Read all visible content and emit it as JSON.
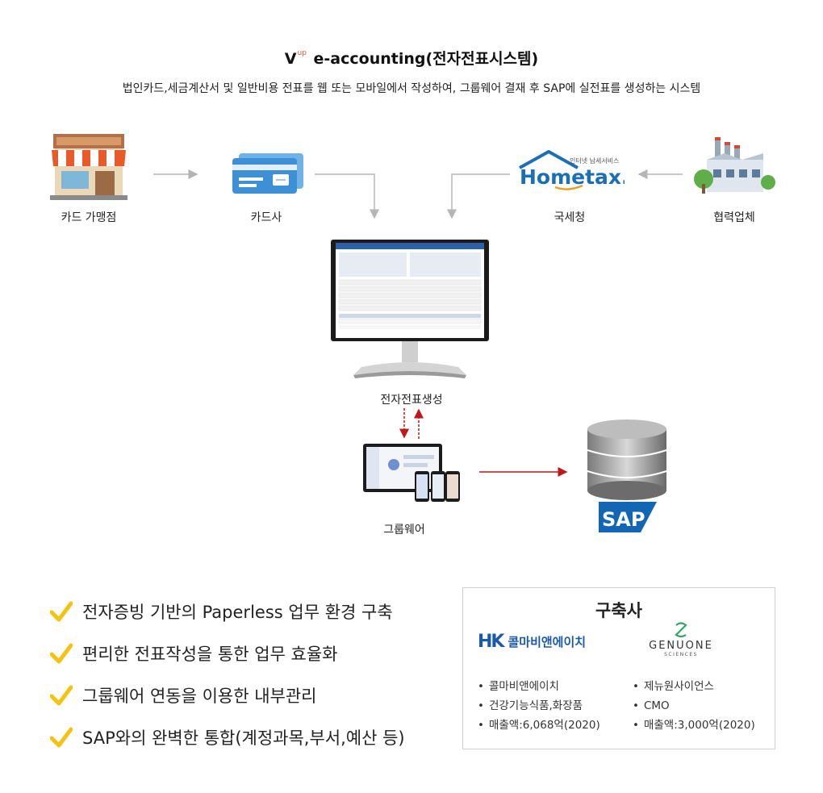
{
  "header": {
    "title_prefix": "V",
    "title_sup": "up",
    "title_main": "e-accounting(전자전표시스템)",
    "subtitle": "법인카드,세금계산서 및 일반비용 전표를 웹 또는 모바일에서 작성하여, 그룹웨어 결재 후 SAP에 실전표를 생성하는 시스템"
  },
  "nodes": {
    "store": {
      "label": "카드 가맹점",
      "icon": "store-icon"
    },
    "card": {
      "label": "카드사",
      "icon": "credit-card-icon"
    },
    "hometax": {
      "label": "국세청",
      "logo_text": "Hometax.",
      "logo_small": "인터넷 납세서비스",
      "icon": "hometax-logo"
    },
    "partner": {
      "label": "협력업체",
      "icon": "factory-icon"
    },
    "monitor": {
      "label": "전자전표생성",
      "icon": "monitor-icon"
    },
    "groupware": {
      "label": "그룹웨어",
      "icon": "devices-icon"
    },
    "sap": {
      "logo_text": "SAP",
      "icon": "database-icon"
    }
  },
  "features": [
    "전자증빙 기반의 Paperless 업무 환경 구축",
    "편리한 전표작성을 통한 업무 효율화",
    "그룹웨어 연동을 이용한 내부관리",
    "SAP와의 완벽한 통합(계정과목,부서,예산 등)"
  ],
  "clients": {
    "title": "구축사",
    "left": {
      "logo_mark": "HK",
      "logo_text": "콜마비앤에이치",
      "items": [
        "콜마비앤에이치",
        "건강기능식품,화장품",
        "매출액:6,068억(2020)"
      ]
    },
    "right": {
      "logo_text": "GENUONE",
      "logo_sub": "SCIENCES",
      "items": [
        "제뉴원사이언스",
        "CMO",
        "매출액:3,000억(2020)"
      ]
    }
  },
  "colors": {
    "accent_red": "#c0171c",
    "check_yellow": "#f5c20f",
    "arrow_gray": "#b5b5b5",
    "card_blue": "#3d8fd6",
    "hometax_blue": "#1a6fb5",
    "sap_blue": "#1266b3"
  }
}
